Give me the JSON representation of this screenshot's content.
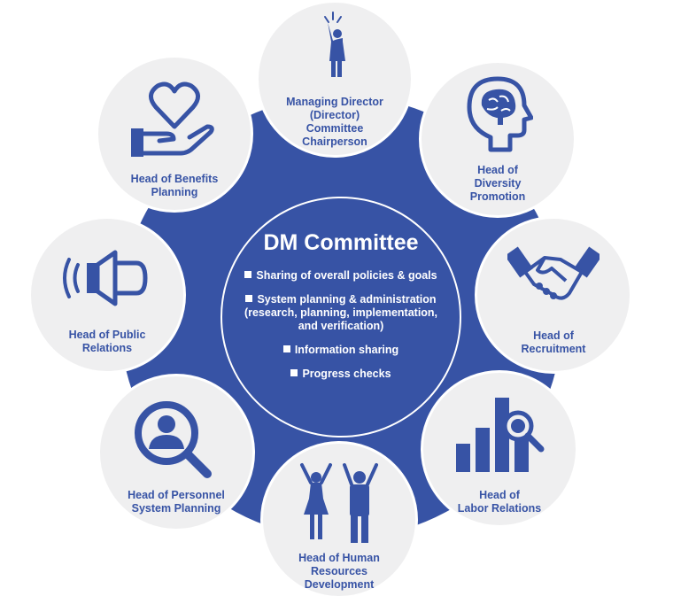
{
  "colors": {
    "primary": "#3753a5",
    "node_bg": "#efeff0",
    "text_on_primary": "#ffffff"
  },
  "center": {
    "title": "DM Committee",
    "items": [
      "Sharing of overall policies & goals",
      "System planning & administration (research, planning, implementation, and verification)",
      "Information sharing",
      "Progress checks"
    ]
  },
  "nodes": [
    {
      "icon": "raised-hand-person-icon",
      "lines": [
        "Managing Director",
        "(Director)",
        "Committee",
        "Chairperson"
      ]
    },
    {
      "icon": "brain-head-icon",
      "lines": [
        "Head of",
        "Diversity",
        "Promotion"
      ]
    },
    {
      "icon": "handshake-icon",
      "lines": [
        "Head of",
        "Recruitment"
      ]
    },
    {
      "icon": "bar-chart-magnifier-icon",
      "lines": [
        "Head of",
        "Labor Relations"
      ]
    },
    {
      "icon": "two-people-cheering-icon",
      "lines": [
        "Head of Human",
        "Resources",
        "Development"
      ]
    },
    {
      "icon": "person-magnifier-icon",
      "lines": [
        "Head of Personnel",
        "System Planning"
      ]
    },
    {
      "icon": "speaker-icon",
      "lines": [
        "Head of Public",
        "Relations"
      ]
    },
    {
      "icon": "heart-hand-icon",
      "lines": [
        "Head of Benefits",
        "Planning"
      ]
    }
  ]
}
